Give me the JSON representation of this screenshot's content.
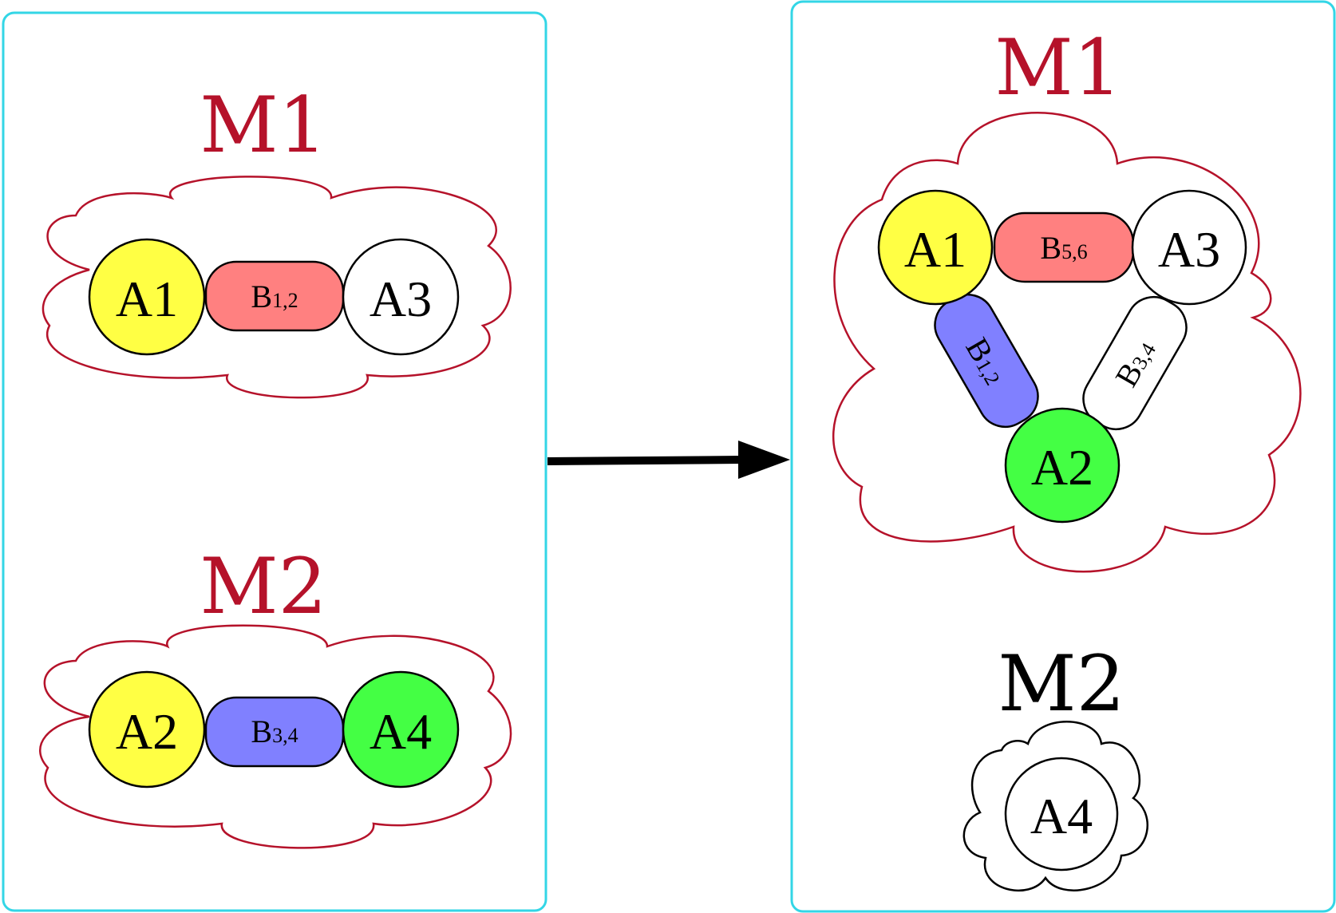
{
  "colors": {
    "panel_border": "#33d6e6",
    "cloud_red": "#b5122a",
    "label_red": "#b5122a",
    "yellow": "#ffff44",
    "green": "#44ff44",
    "white": "#ffffff",
    "pink": "#ff8080",
    "blue": "#8080ff",
    "black": "#000000"
  },
  "left_panel": {
    "m1": {
      "label": "M1",
      "left": "A1",
      "bond": {
        "letter": "B",
        "sub": "1,2"
      },
      "right": "A3"
    },
    "m2": {
      "label": "M2",
      "left": "A2",
      "bond": {
        "letter": "B",
        "sub": "3,4"
      },
      "right": "A4"
    }
  },
  "right_panel": {
    "m1": {
      "label": "M1",
      "top_left": "A1",
      "top_right": "A3",
      "bottom": "A2",
      "bond_top": {
        "letter": "B",
        "sub": "5,6"
      },
      "bond_left": {
        "letter": "B",
        "sub": "1,2"
      },
      "bond_right": {
        "letter": "B",
        "sub": "3,4"
      }
    },
    "m2": {
      "label": "M2",
      "node": "A4"
    }
  }
}
